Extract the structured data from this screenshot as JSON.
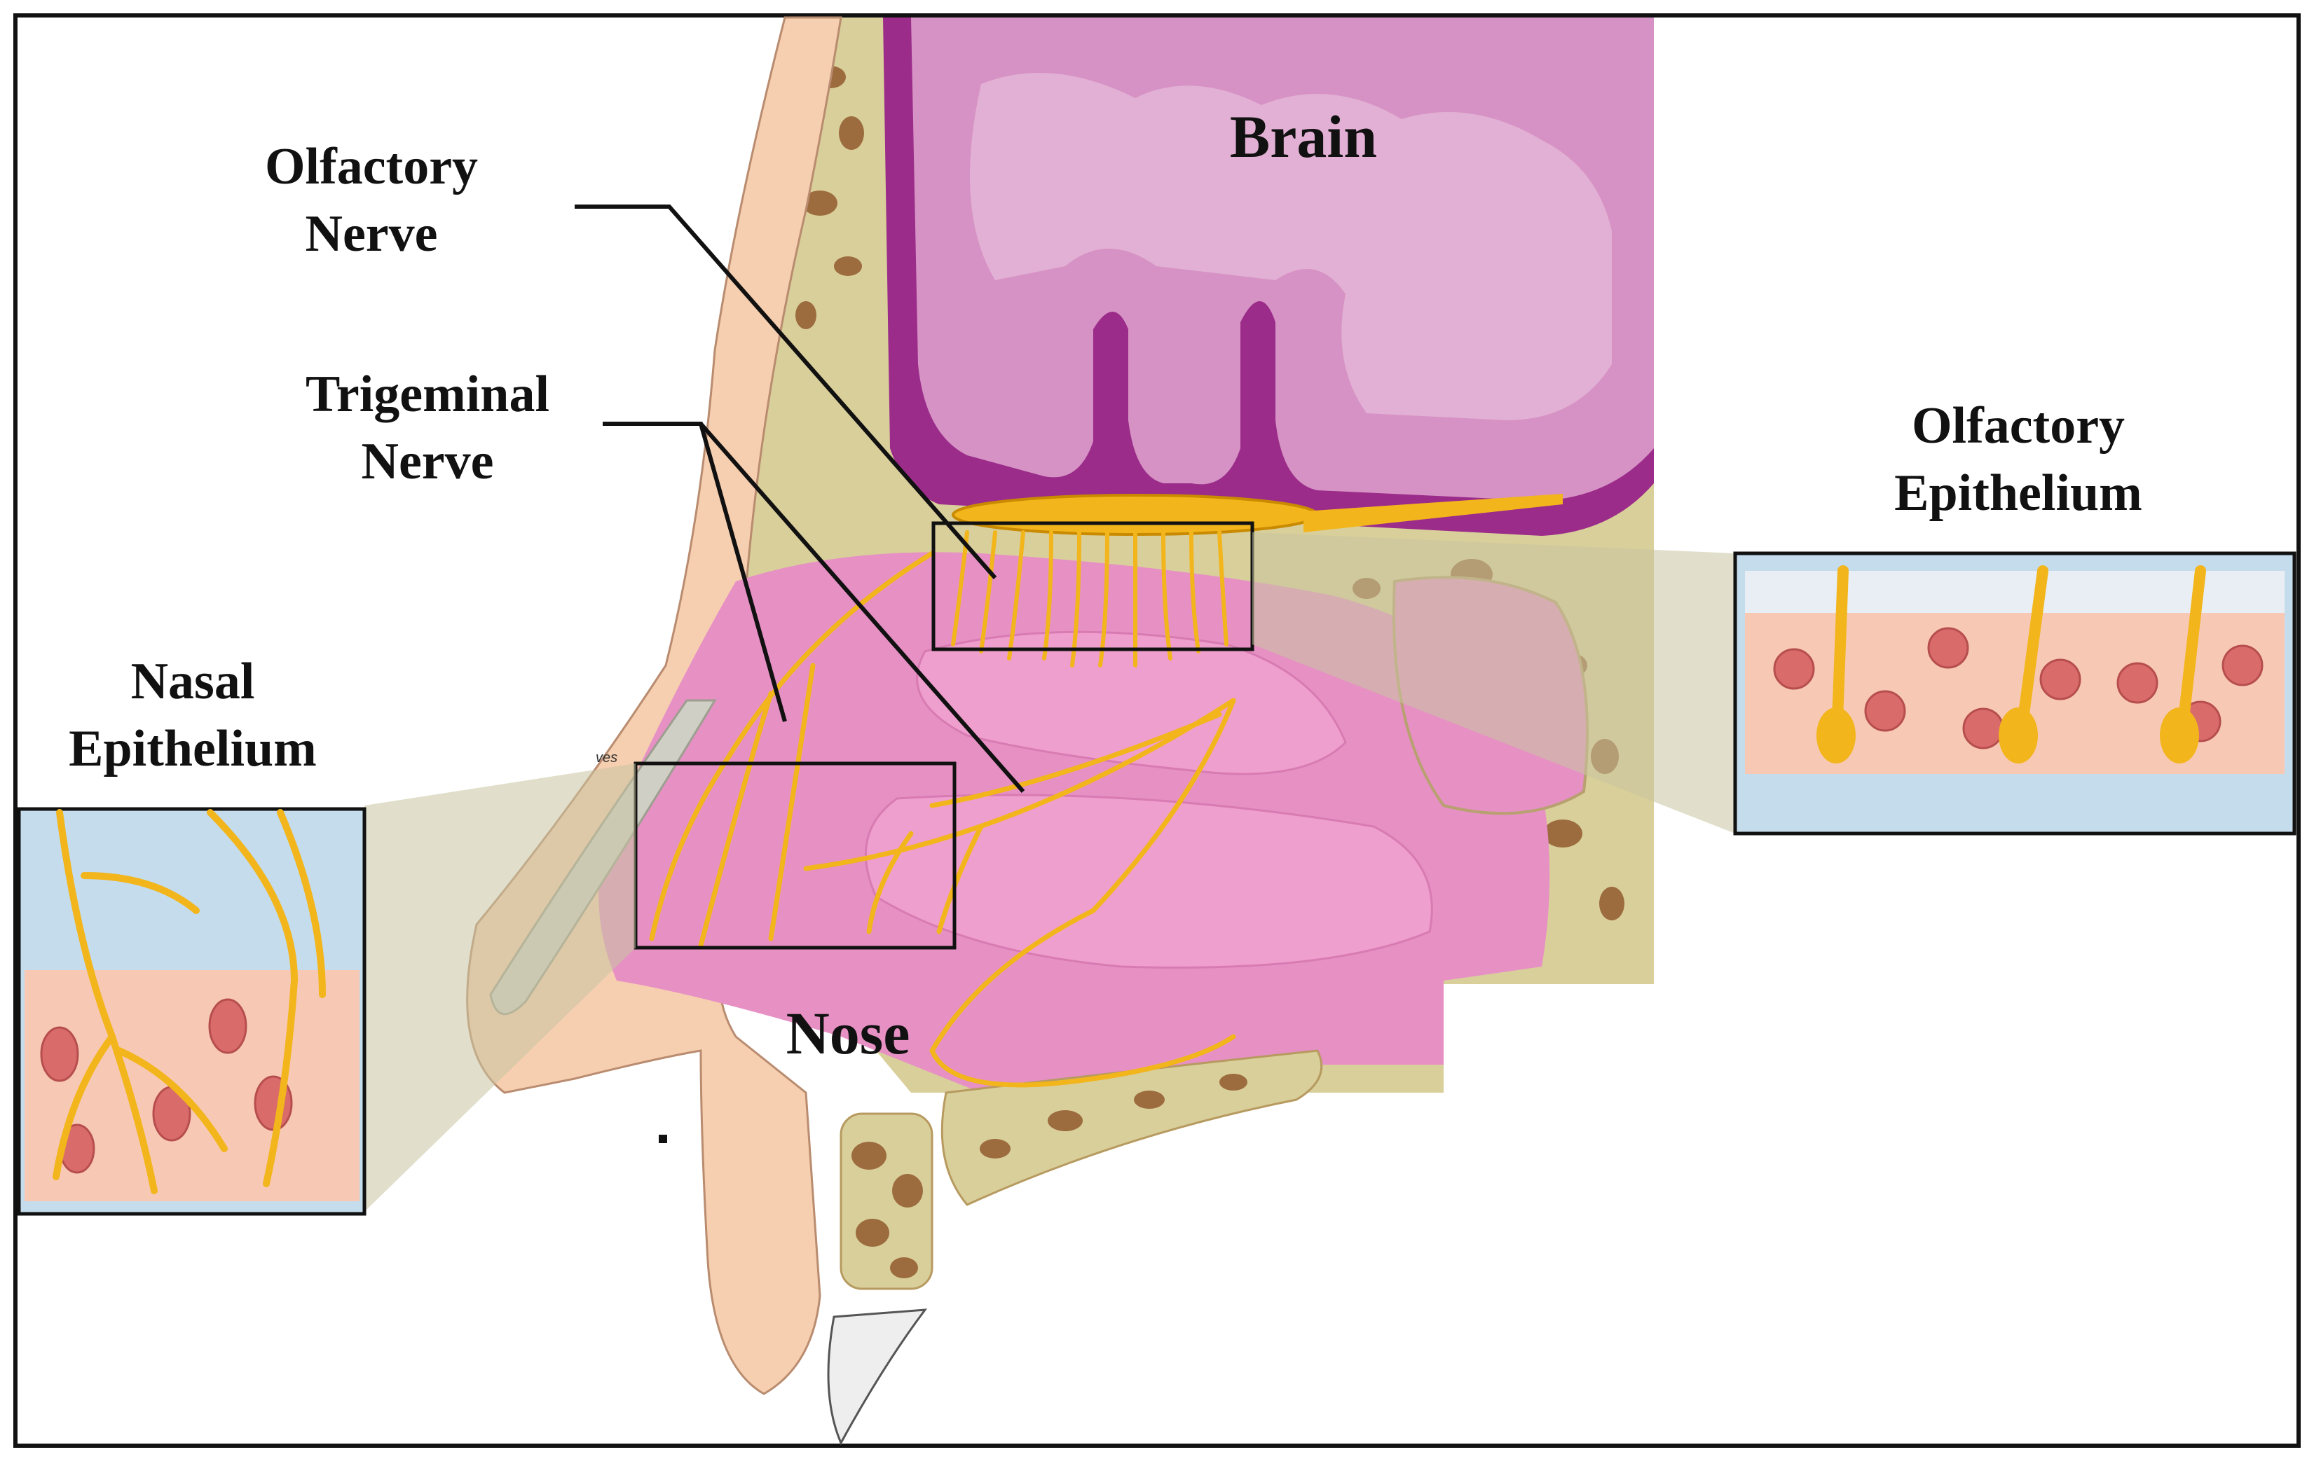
{
  "labels": {
    "olfactory_nerve": [
      "Olfactory",
      "Nerve"
    ],
    "trigeminal_nerve": [
      "Trigeminal",
      "Nerve"
    ],
    "brain": "Brain",
    "nose": "Nose",
    "nasal_epithelium": [
      "Nasal",
      "Epithelium"
    ],
    "olfactory_epithelium": [
      "Olfactory",
      "Epithelium"
    ],
    "small_mark": "ves"
  },
  "colors": {
    "brain_outer": "#9b2c8a",
    "brain_inner": "#d692c4",
    "brain_light": "#e2b0d4",
    "nasal_cavity": "#e690c4",
    "bone": "#d9cf9a",
    "bone_spots": "#9c6b3e",
    "skin": "#f6cfb0",
    "nerve": "#f2b51c",
    "epithelium_cells": "#f7c9b5",
    "epithelium_nucleus": "#d96b6b",
    "epithelium_bg": "#c5dcec",
    "outline": "#111111"
  }
}
